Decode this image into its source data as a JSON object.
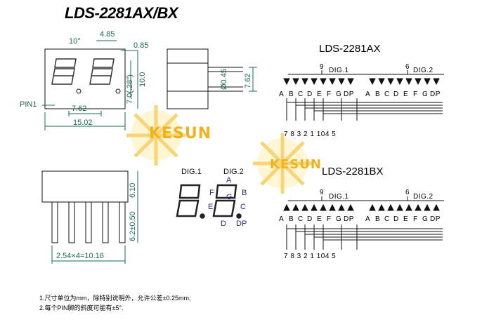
{
  "title": "LDS-2281AX/BX",
  "front_view": {
    "dims": {
      "top_width": "4.85",
      "right_top": "0.85",
      "angle": "10°",
      "height_inner": "7.0(.28\")",
      "height_outer": "10.0",
      "pitch": "7.62",
      "width": "15.02"
    },
    "pin1": "PIN1"
  },
  "side_view": {
    "dims": {
      "diameter": "Ø0.45",
      "depth": "7.62"
    }
  },
  "bottom_view": {
    "dims": {
      "body_height": "6.10",
      "lead_length": "6.2±0.50",
      "pitch": "2.54×4=10.16"
    }
  },
  "digits": {
    "dig1": "DIG.1",
    "dig2": "DIG.2",
    "segments": {
      "a": "A",
      "b": "B",
      "c": "C",
      "d": "D",
      "e": "E",
      "f": "F",
      "g": "G",
      "dp": "DP"
    }
  },
  "schematic_ax": {
    "title": "LDS-2281AX",
    "dig1_pin": "9",
    "dig1_label": "DIG.1",
    "dig2_pin": "6",
    "dig2_label": "DIG.2",
    "segments": [
      "A",
      "B",
      "C",
      "D",
      "E",
      "F",
      "G",
      "DP",
      "A",
      "B",
      "C",
      "D",
      "E",
      "F",
      "G",
      "DP"
    ],
    "pins": "7 8 3 2 1 104 5"
  },
  "schematic_bx": {
    "title": "LDS-2281BX",
    "dig1_pin": "9",
    "dig1_label": "DIG.1",
    "dig2_pin": "6",
    "dig2_label": "DIG.2",
    "segments": [
      "A",
      "B",
      "C",
      "D",
      "E",
      "F",
      "G",
      "DP",
      "A",
      "B",
      "C",
      "D",
      "E",
      "F",
      "G",
      "DP"
    ],
    "pins": "7 8 3 2 1 104 5"
  },
  "notes": [
    "1.尺寸单位为mm，除特别说明外，允许公差±0.25mm;",
    "2.每个PIN脚的斜度可能有±5°."
  ],
  "watermarks": [
    "KESUN",
    "KESUN"
  ],
  "colors": {
    "line": "#1a6b4a",
    "segment": "#222222",
    "watermark": "#f2b21c"
  }
}
